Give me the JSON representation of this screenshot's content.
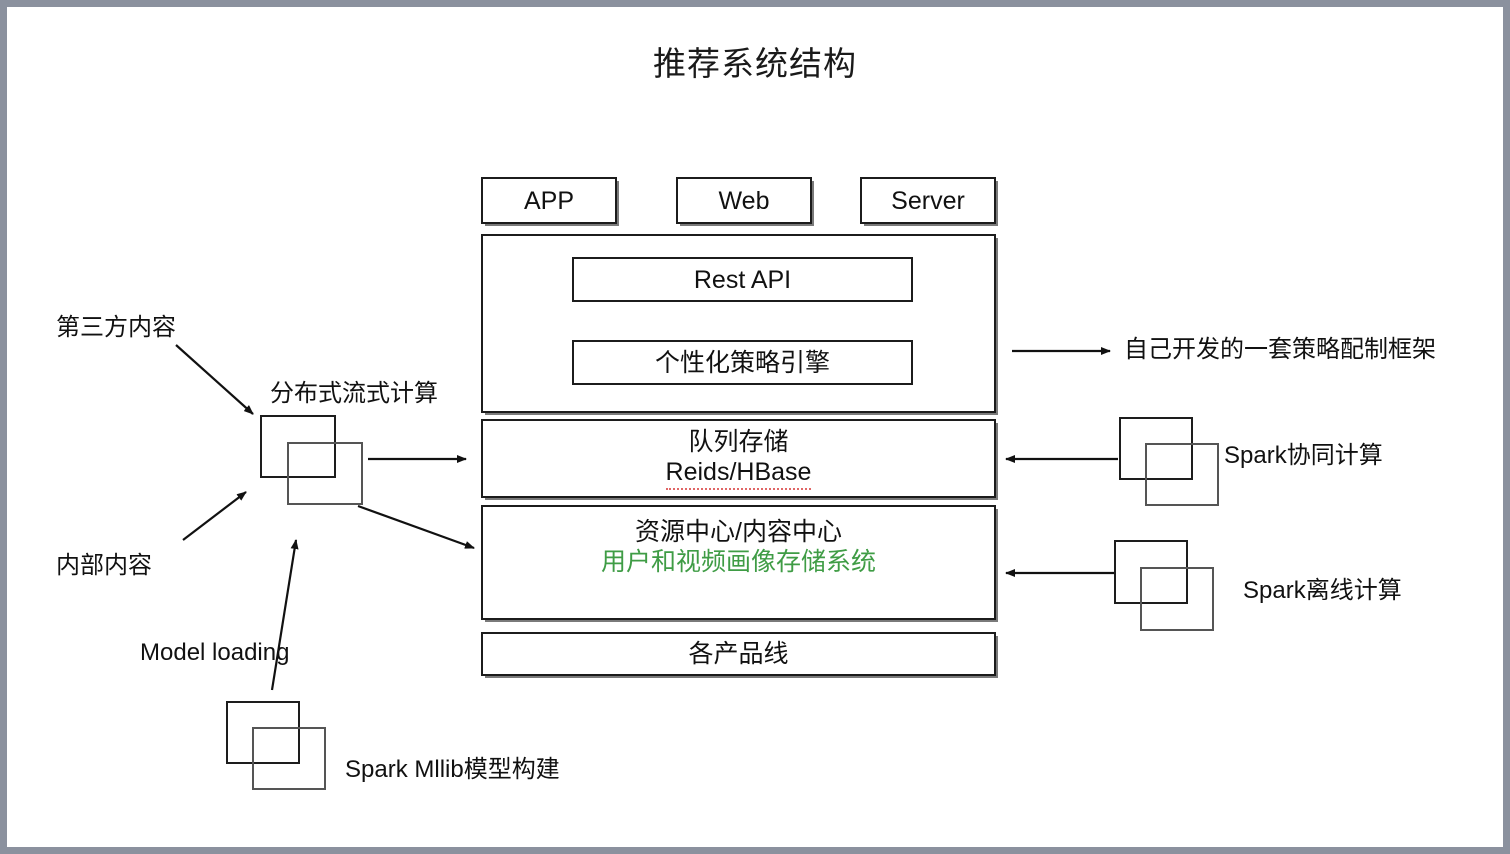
{
  "diagram": {
    "title": "推荐系统结构",
    "client_boxes": [
      {
        "label": "APP"
      },
      {
        "label": "Web"
      },
      {
        "label": "Server"
      }
    ],
    "service_layer": {
      "rest_api": "Rest API",
      "policy_engine": "个性化策略引擎"
    },
    "storage_layer": {
      "line1": "队列存储",
      "line2": "Reids/HBase"
    },
    "resource_layer": {
      "line1": "资源中心/内容中心",
      "line2": "用户和视频画像存储系统",
      "line2_color": "#3f9c45"
    },
    "product_line": "各产品线",
    "left_labels": {
      "third_party": "第三方内容",
      "internal": "内部内容",
      "stream_compute": "分布式流式计算",
      "model_loading": "Model loading",
      "spark_mllib": "Spark Mllib模型构建"
    },
    "right_labels": {
      "policy_framework": "自己开发的一套策略配制框架",
      "spark_coop": "Spark协同计算",
      "spark_offline": "Spark离线计算"
    }
  }
}
